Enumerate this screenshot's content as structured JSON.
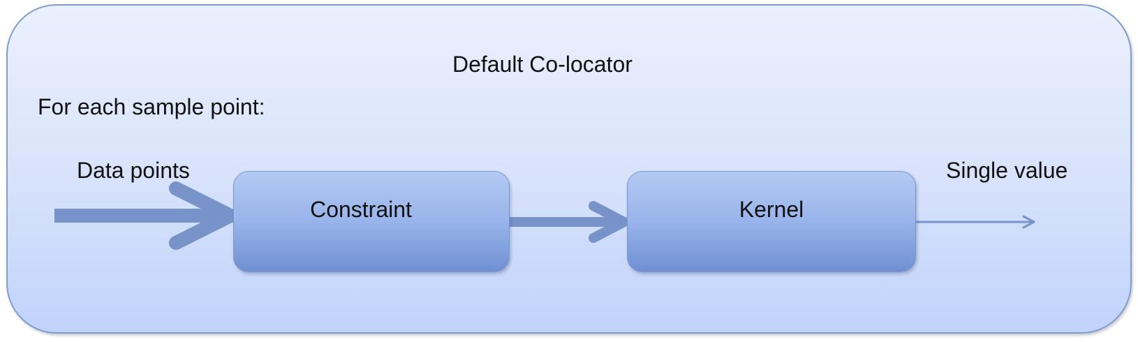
{
  "diagram": {
    "title": "Default Co-locator",
    "subtitle": "For each sample point:",
    "input_label": "Data points",
    "output_label": "Single value",
    "nodes": [
      {
        "id": "constraint",
        "label": "Constraint"
      },
      {
        "id": "kernel",
        "label": "Kernel"
      }
    ]
  },
  "colors": {
    "outer_border": "#7f9ccd",
    "arrow": "#7893c8",
    "box_top": "#b4c9f3",
    "box_bottom": "#6f90d2"
  }
}
